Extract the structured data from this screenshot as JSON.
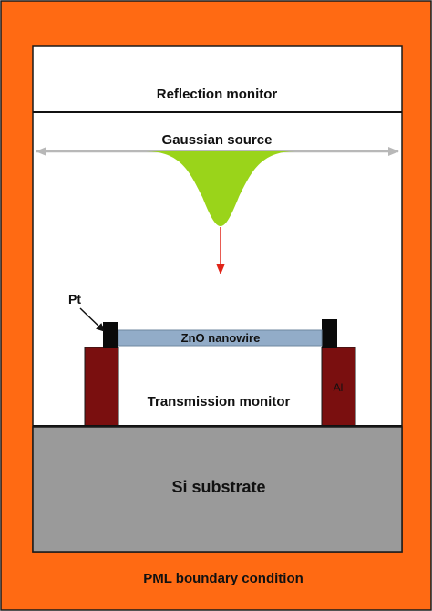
{
  "labels": {
    "reflection_monitor": "Reflection monitor",
    "gaussian_source": "Gaussian source",
    "pt": "Pt",
    "zno_nanowire": "ZnO nanowire",
    "transmission_monitor": "Transmission monitor",
    "al": "Al",
    "si_substrate": "Si substrate",
    "pml_boundary": "PML boundary condition"
  },
  "colors": {
    "pml_orange": "#ff6a13",
    "line": "#111111",
    "double_arrow_gray": "#b8b8b8",
    "gaussian_green": "#9ad41a",
    "propagation_arrow_red": "#e02418",
    "nanowire_blue": "#92acc8",
    "pt_contact": "#0a0a0a",
    "al_electrode": "#7a0f0f",
    "substrate_gray": "#9a9a9a"
  }
}
